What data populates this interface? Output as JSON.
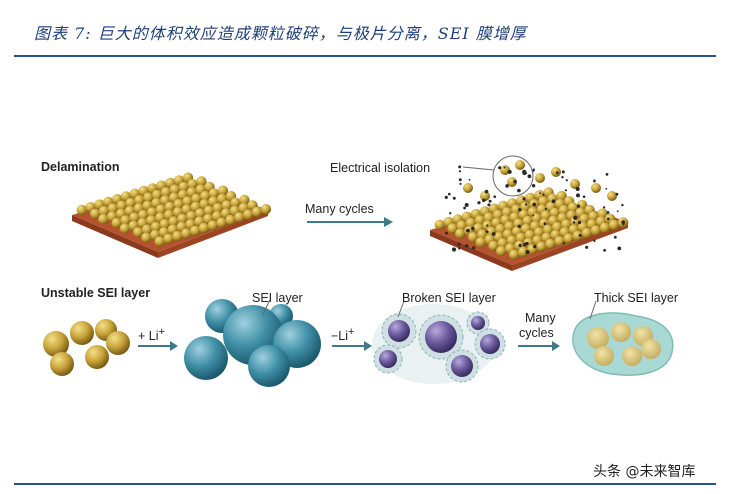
{
  "header": {
    "title": "图表 7:  巨大的体积效应造成颗粒破碎，与极片分离，SEI 膜增厚"
  },
  "diagram": {
    "delamination_label": "Delamination",
    "electrical_isolation_label": "Electrical isolation",
    "many_cycles_label_top": "Many cycles",
    "unstable_sei_label": "Unstable SEI layer",
    "plus_li_label": "+ Li",
    "plus_li_sup": "+",
    "sei_layer_label": "SEI layer",
    "minus_li_label": "−Li",
    "minus_li_sup": "+",
    "broken_sei_label": "Broken SEI layer",
    "many_cycles_label_bottom_1": "Many",
    "many_cycles_label_bottom_2": "cycles",
    "thick_sei_label": "Thick SEI layer"
  },
  "watermark": "头条 @未来智库",
  "colors": {
    "title_blue": "#1f3f7a",
    "rule_blue": "#2a4e8f",
    "gold_particle": "#c9a53a",
    "substrate": "#b5532e",
    "sei_teal": "#3f8fa6",
    "broken_purple": "#6a5a9c",
    "thick_sei_shell": "#9fd3cf"
  }
}
